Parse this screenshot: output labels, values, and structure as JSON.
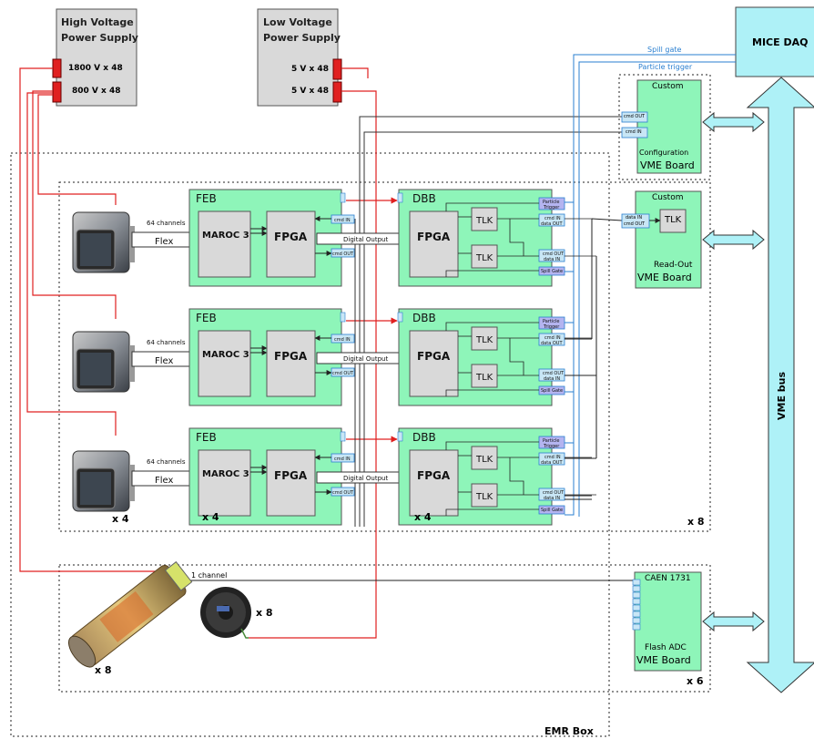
{
  "hv": {
    "title1": "High Voltage",
    "title2": "Power Supply",
    "out1": "1800 V x 48",
    "out2": "800 V x 48"
  },
  "lv": {
    "title1": "Low Voltage",
    "title2": "Power Supply",
    "out1": "5 V x 48",
    "out2": "5 V x 48"
  },
  "daq": {
    "label": "MICE DAQ",
    "spill": "Spill gate",
    "trigger": "Particle trigger"
  },
  "config_board": {
    "custom": "Custom",
    "cmd_out": "cmd OUT",
    "cmd_in": "cmd IN",
    "line1": "Configuration",
    "line2": "VME Board"
  },
  "readout_board": {
    "custom": "Custom",
    "data_in": "data IN",
    "cmd_out": "cmd OUT",
    "tlk": "TLK",
    "line1": "Read-Out",
    "line2": "VME Board"
  },
  "caen_board": {
    "title": "CAEN 1731",
    "line1": "Flash ADC",
    "line2": "VME Board"
  },
  "vme_bus": "VME bus",
  "pmt": {
    "channels": "64 channels",
    "flex": "Flex"
  },
  "feb": {
    "title": "FEB",
    "maroc": "MAROC 3",
    "fpga": "FPGA",
    "cmd_in": "cmd IN",
    "cmd_out": "cmd OUT",
    "digital": "Digital Output"
  },
  "dbb": {
    "title": "DBB",
    "fpga": "FPGA",
    "tlk": "TLK",
    "particle": "Particle",
    "trigger": "Trigger",
    "cmd_in": "cmd IN",
    "data_out": "data OUT",
    "cmd_out": "cmd OUT",
    "data_in": "data IN",
    "spill": "Spill Gate"
  },
  "mult": {
    "pmt": "x 4",
    "feb": "x 4",
    "dbb": "x 4",
    "plane": "x 8",
    "fibre": "x 8",
    "fan": "x 8",
    "caen": "x 6"
  },
  "single": {
    "channel": "1 channel"
  },
  "box": "EMR Box",
  "colors": {
    "green": "#8ef5b9",
    "grey": "#d9d9d9",
    "daq": "#aef1f7",
    "red": "#e02020",
    "port": "#c8e6f5",
    "trig": "#b4b4f0",
    "wire": "#2a7fd0"
  }
}
